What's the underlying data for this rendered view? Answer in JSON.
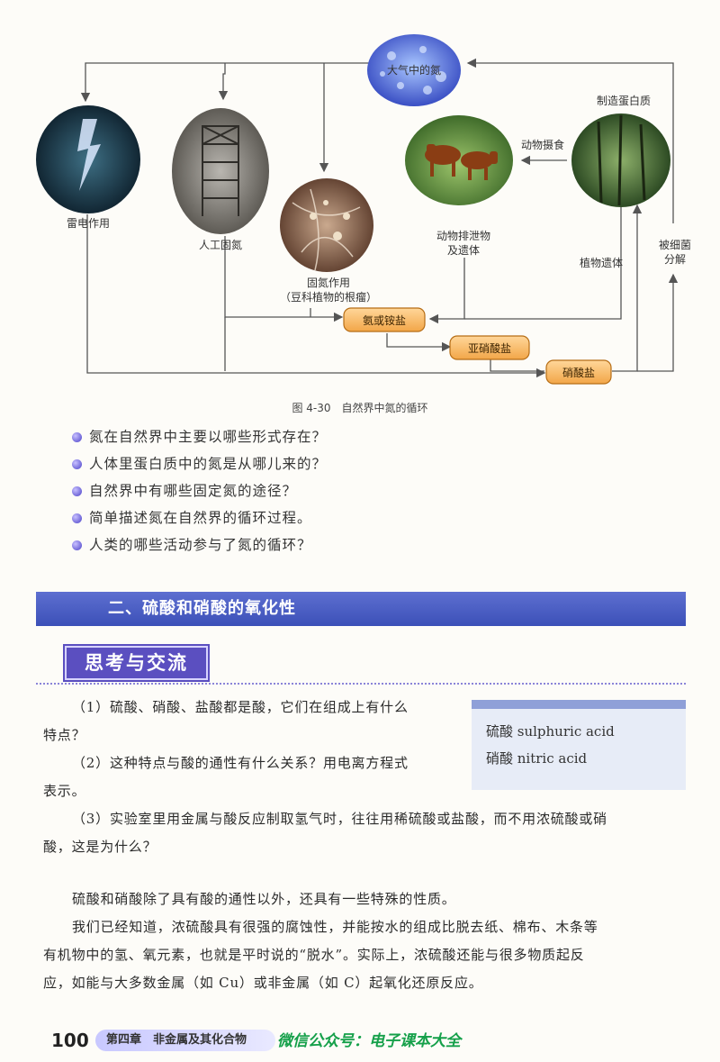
{
  "diagram": {
    "nodes": {
      "atmosphere": "大气中的氮",
      "lightning": "雷电作用",
      "artificial": "人工固氮",
      "fixation_line1": "固氮作用",
      "fixation_line2": "（豆科植物的根瘤）",
      "animal_waste_line1": "动物排泄物",
      "animal_waste_line2": "及遗体",
      "protein": "制造蛋白质",
      "animal_eat": "动物摄食",
      "plant_remains": "植物遗体",
      "bacteria_line1": "被细菌",
      "bacteria_line2": "分解"
    },
    "boxes": {
      "ammonia": "氨或铵盐",
      "nitrite": "亚硝酸盐",
      "nitrate": "硝酸盐"
    },
    "caption": "图 4-30　自然界中氮的循环"
  },
  "questions": [
    "氮在自然界中主要以哪些形式存在？",
    "人体里蛋白质中的氮是从哪儿来的？",
    "自然界中有哪些固定氮的途径？",
    "简单描述氮在自然界的循环过程。",
    "人类的哪些活动参与了氮的循环？"
  ],
  "section_title": "二、硫酸和硝酸的氧化性",
  "tag_label": "思考与交流",
  "discussion": {
    "q1_line1": "（1）硫酸、硝酸、盐酸都是酸，它们在组成上有什么",
    "q1_line2": "特点？",
    "q2_line1": "（2）这种特点与酸的通性有什么关系？用电离方程式",
    "q2_line2": "表示。",
    "q3_line1": "（3）实验室里用金属与酸反应制取氢气时，往往用稀硫酸或盐酸，而不用浓硫酸或硝",
    "q3_line2": "酸，这是为什么？"
  },
  "vocab": {
    "item1": "硫酸 sulphuric acid",
    "item2": "硝酸 nitric acid"
  },
  "body": {
    "p1": "硫酸和硝酸除了具有酸的通性以外，还具有一些特殊的性质。",
    "p2_line1": "我们已经知道，浓硫酸具有很强的腐蚀性，并能按水的组成比脱去纸、棉布、木条等",
    "p2_line2": "有机物中的氢、氧元素，也就是平时说的“脱水”。实际上，浓硫酸还能与很多物质起反",
    "p2_line3": "应，如能与大多数金属（如 Cu）或非金属（如 C）起氧化还原反应。"
  },
  "footer": {
    "page_number": "100",
    "chapter": "第四章　非金属及其化合物",
    "watermark": "微信公众号：电子课本大全"
  }
}
